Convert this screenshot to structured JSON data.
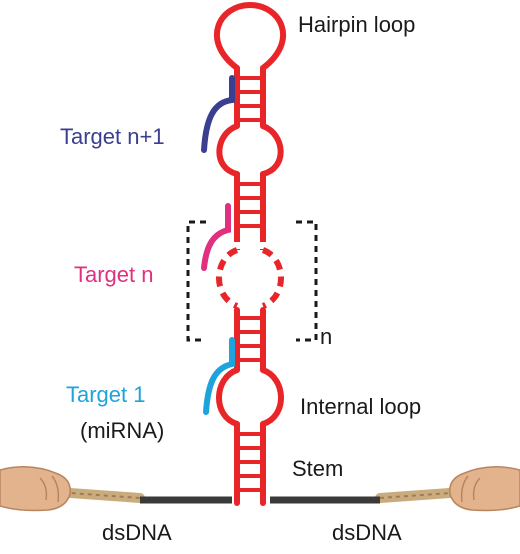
{
  "labels": {
    "hairpin_loop": "Hairpin loop",
    "target_n_plus_1": "Target n+1",
    "target_n": "Target n",
    "repeat_n": "n",
    "target_1": "Target 1",
    "target_1_sub": "(miRNA)",
    "internal_loop": "Internal loop",
    "stem": "Stem",
    "dsdna_left": "dsDNA",
    "dsdna_right": "dsDNA"
  },
  "colors": {
    "hairpin": "#e8262a",
    "target_n_plus_1": "#3b3f91",
    "target_n": "#e0307f",
    "target_1": "#1fa3dc",
    "bracket": "#1a1a1a",
    "dsdna": "#3a3a3a",
    "text": "#1a1a1a",
    "rope": "#c9ab7e"
  },
  "icons": {
    "left_hand": "left-hand-pulling-rope-icon",
    "right_hand": "right-hand-pulling-rope-icon"
  }
}
